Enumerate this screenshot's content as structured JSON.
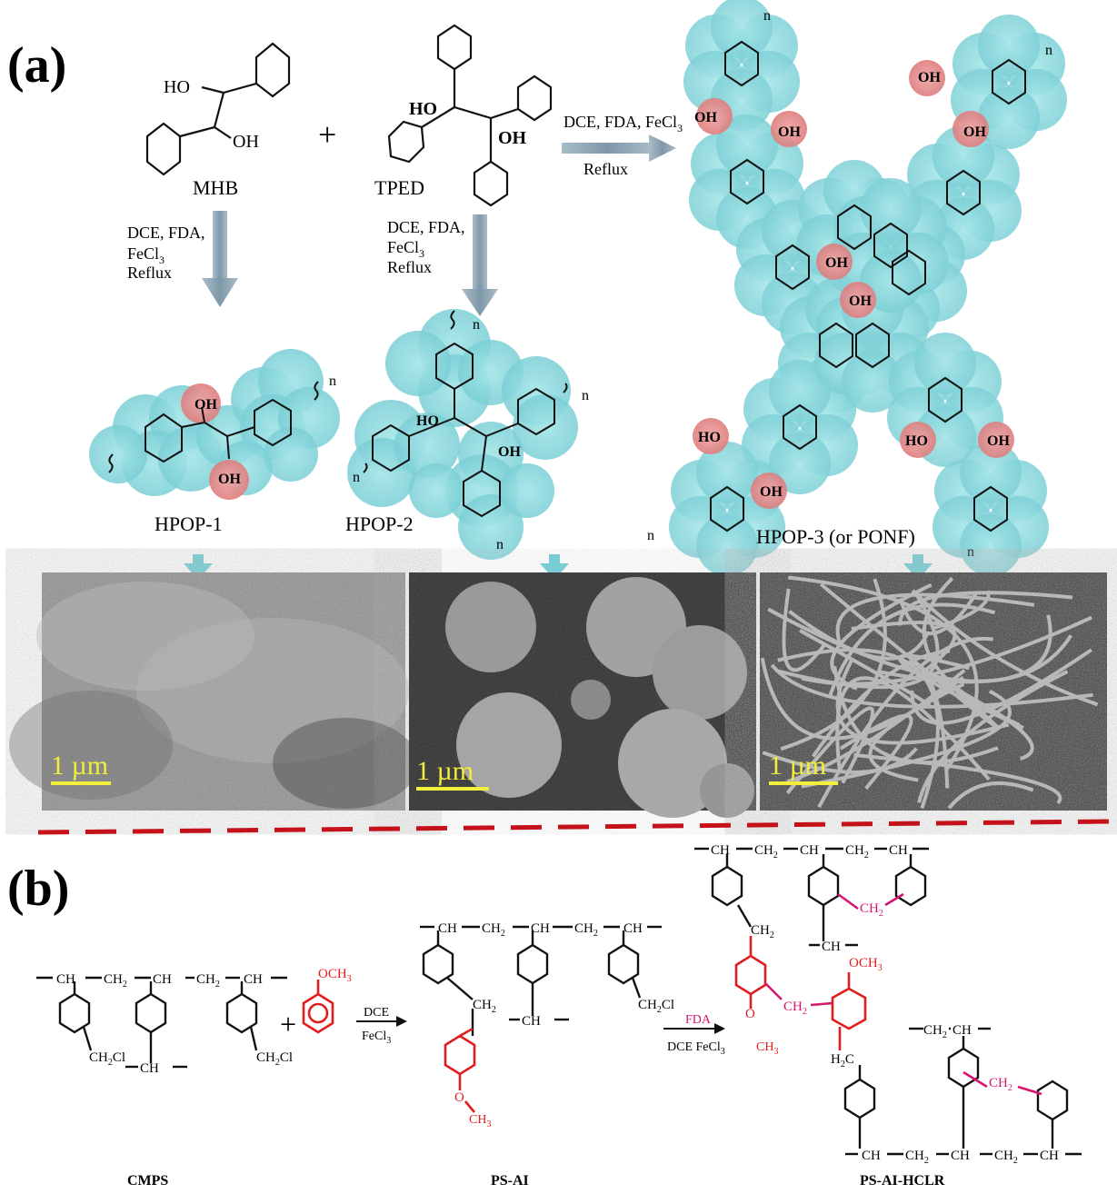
{
  "panel_a": {
    "label": "(a)",
    "monomers": {
      "mhb": "MHB",
      "tped": "TPED",
      "plus": "+"
    },
    "oh": {
      "ho": "HO",
      "oh": "OH"
    },
    "conditions": {
      "line1": "DCE, FDA,",
      "line1_inline": "DCE, FDA, FeCl",
      "line2": "FeCl",
      "sub3": "3",
      "line3": "Reflux"
    },
    "repeat_index": "n",
    "polymers": {
      "p1": "HPOP-1",
      "p2": "HPOP-2",
      "p3": "HPOP-3 (or PONF)"
    },
    "scale_bar": "1 µm"
  },
  "panel_b": {
    "label": "(b)",
    "groups": {
      "ch": "CH",
      "ch2": "CH",
      "two": "2",
      "cl": "Cl",
      "och3": "OCH",
      "three": "3",
      "o": "O",
      "plus": "+",
      "h2c": "H",
      "c": "C"
    },
    "reagents": {
      "dce": "DCE",
      "fecl": "FeCl",
      "three": "3",
      "fda": "FDA",
      "dce_fecl": "DCE FeCl"
    },
    "compounds": {
      "c1": "CMPS",
      "c2": "PS-AI",
      "c3": "PS-AI-HCLR"
    }
  },
  "colors": {
    "cyan_sphere": "#7fd3d8",
    "oh_sphere": "#e98f8f",
    "red_mol": "#e21d1d",
    "magenta": "#d6166e",
    "arrow": "#8aa1b1",
    "dash": "#c4111a"
  }
}
